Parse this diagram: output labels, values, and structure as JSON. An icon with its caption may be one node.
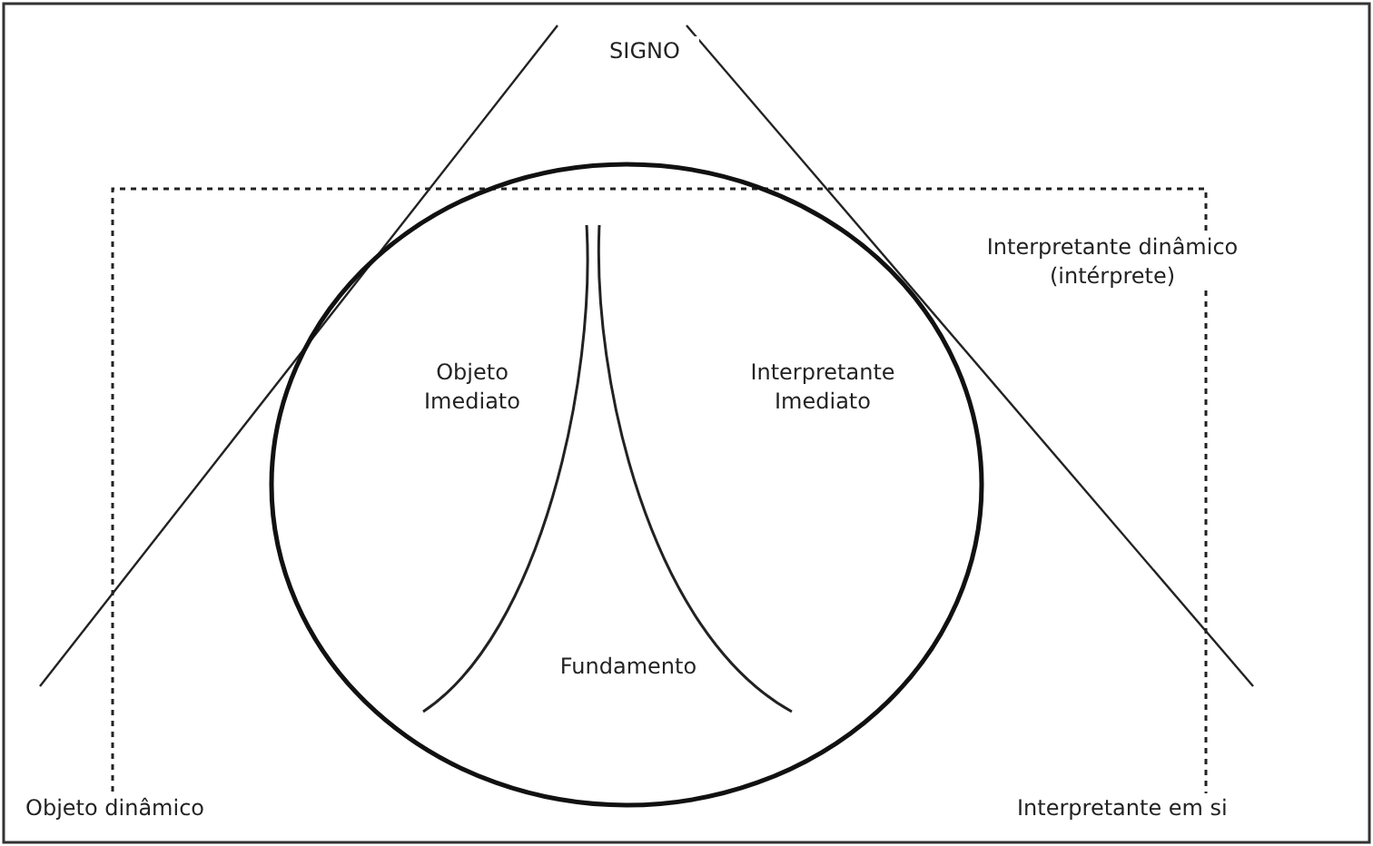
{
  "diagram": {
    "nodes": [
      {
        "text": [
          "Objeto Imediato",
          "Interpretante Imediato",
          "Fundamento"
        ]
      }
    ],
    "labels": [
      "SIGNO",
      "Interpretante dinâmico (intérprete)",
      "Objeto dinâmico",
      "Interpretante em si"
    ]
  }
}
